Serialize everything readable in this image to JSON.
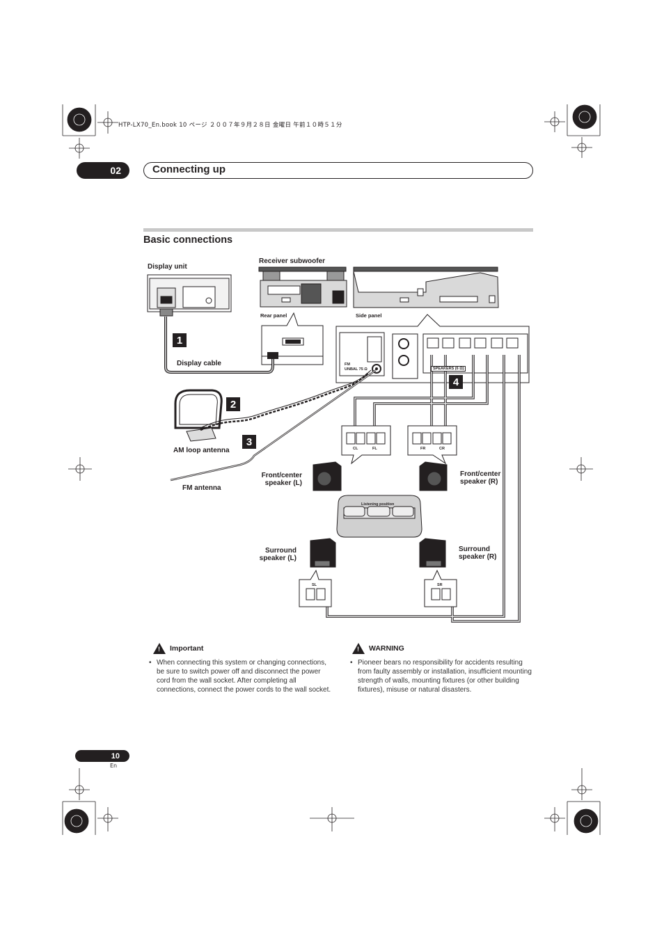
{
  "file_header": "HTP-LX70_En.book  10 ページ  ２００７年９月２８日  金曜日  午前１０時５１分",
  "chapter": {
    "number": "02",
    "title": "Connecting up"
  },
  "section_title": "Basic connections",
  "diagram": {
    "display_unit": "Display unit",
    "receiver_subwoofer": "Receiver subwoofer",
    "rear_panel": "Rear panel",
    "side_panel": "Side panel",
    "display_cable": "Display cable",
    "am_loop_antenna": "AM loop antenna",
    "fm_antenna": "FM antenna",
    "fm_terminal_label": "FM",
    "fm_unbal_label": "UNBAL 75 Ω",
    "speakers_terminal_label": "SPEAKERS (6 Ω)",
    "front_center_l": "Front/center speaker (L)",
    "front_center_r": "Front/center speaker (R)",
    "surround_l": "Surround speaker (L)",
    "surround_r": "Surround speaker (R)",
    "listening_position": "Listening position",
    "terminal_cl": "CL",
    "terminal_fl": "FL",
    "terminal_fr": "FR",
    "terminal_cr": "CR",
    "terminal_sl": "SL",
    "terminal_sr": "SR",
    "steps": [
      "1",
      "2",
      "3",
      "4"
    ]
  },
  "important": {
    "heading": "Important",
    "bullet": "•",
    "text": "When connecting this system or changing connections, be sure to switch power off and disconnect the power cord from the wall socket. After completing all connections, connect the power cords to the wall socket."
  },
  "warning": {
    "heading": "WARNING",
    "bullet": "•",
    "text": "Pioneer bears no responsibility for accidents resulting from faulty assembly or installation, insufficient mounting strength of walls, mounting fixtures (or other building fixtures), misuse or natural disasters."
  },
  "page": {
    "number": "10",
    "lang": "En"
  }
}
